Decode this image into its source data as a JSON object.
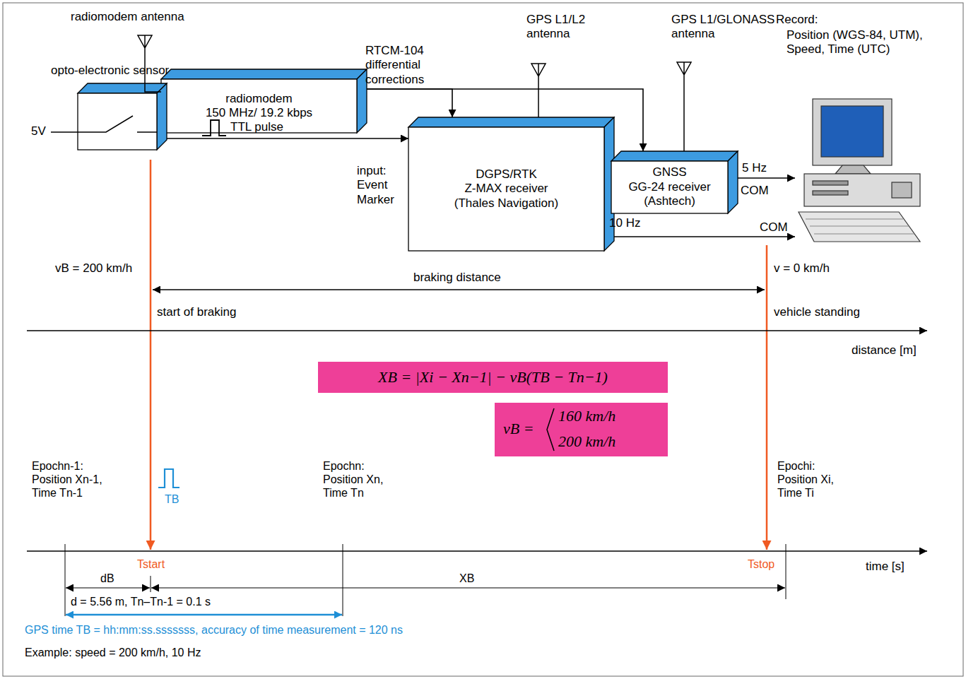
{
  "diagram": {
    "nodes": [
      {
        "text": [
          "radiomodem",
          "150 MHz/ 19.2 kbps"
        ]
      },
      {
        "text": [
          "opto-electronic sensor"
        ]
      },
      {
        "text": [
          "DGPS/RTK",
          "Z-MAX receiver",
          "(Thales Navigation)"
        ]
      },
      {
        "text": [
          "GNSS",
          "GG-24 receiver",
          "(Ashtech)"
        ]
      },
      {
        "text": [
          "Record:",
          "Position (WGS-84, UTM), Speed, Time (UTC)"
        ]
      },
      {
        "text": [
          "XB = |Xi − Xn−1| − vB(TB − Tn−1)"
        ]
      },
      {
        "text": [
          "vB =",
          "160 km/h",
          "200 km/h"
        ]
      }
    ],
    "edges": [
      {
        "from": 0,
        "to": 2,
        "arrow": "to",
        "label": "RTCM-104 differential corrections"
      },
      {
        "from": 0,
        "to": 3,
        "arrow": "to"
      },
      {
        "from": 1,
        "to": 2,
        "arrow": "to",
        "label": "TTL pulse"
      },
      {
        "from": 2,
        "to": 4,
        "arrow": "to",
        "label": "10 Hz"
      },
      {
        "from": 3,
        "to": 4,
        "arrow": "to",
        "label": "5 Hz"
      }
    ],
    "labels": [
      "radiomodem antenna",
      "GPS L1/L2 antenna",
      "GPS L1/GLONASS antenna",
      "5V",
      "input: Event Marker",
      "COM",
      "COM",
      "vB = 200 km/h",
      "v = 0 km/h",
      "braking distance",
      "start of braking",
      "vehicle standing",
      "distance [m]",
      "Epochn-1: Position Xn-1, Time Tn-1",
      "TB",
      "Epochn: Position Xn, Time Tn",
      "Epochi: Position Xi, Time Ti",
      "Tstart",
      "Tstop",
      "time [s]",
      "dB",
      "XB",
      "d = 5.56 m, Tn–Tn-1 = 0.1 s",
      "GPS time TB = hh:mm:ss.sssssss, accuracy of time measurement = 120 ns",
      "Example: speed = 200 km/h, 10 Hz"
    ]
  }
}
